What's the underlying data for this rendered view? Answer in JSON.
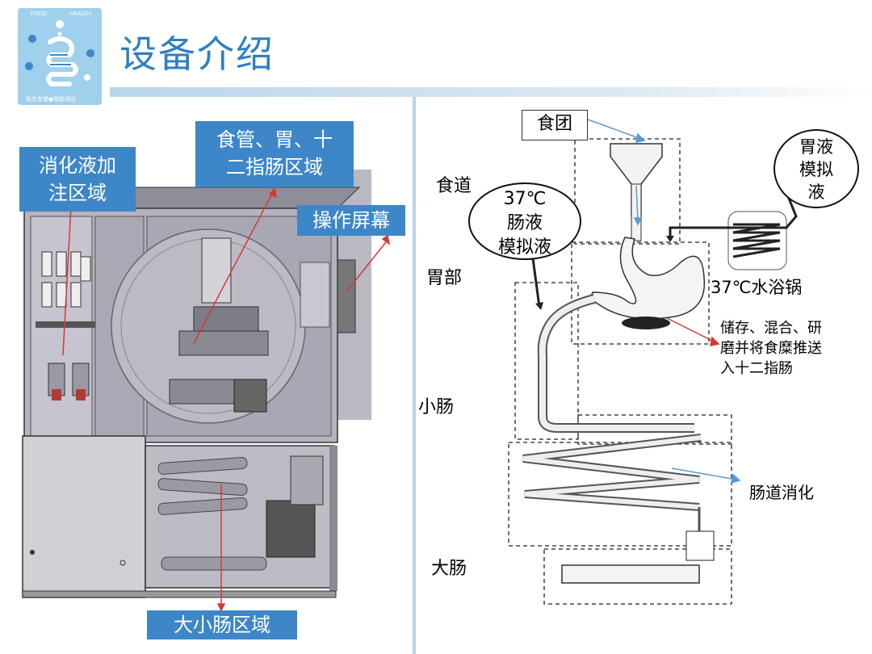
{
  "logo": {
    "top_left": "FOOD",
    "top_right": "HEALTH",
    "bottom": "晓东宜健●智能消化"
  },
  "page_title": "设备介绍",
  "left": {
    "labels": {
      "fluid_area": "消化液加\n注区域",
      "upper_area": "食管、胃、十\n二指肠区域",
      "screen": "操作屏幕",
      "intestine_area": "大小肠区域"
    }
  },
  "right": {
    "food_bolus": "食团",
    "esophagus": "食道",
    "stomach": "胃部",
    "small_intestine": "小肠",
    "large_intestine": "大肠",
    "intestinal_fluid": "37℃\n肠液\n模拟液",
    "gastric_fluid": "胃液\n模拟\n液",
    "water_bath": "37℃水浴锅",
    "stomach_note": "储存、混合、研\n磨并将食糜推送\n入十二指肠",
    "intestinal_digestion": "肠道消化"
  },
  "colors": {
    "title": "#2e7fc3",
    "label_box": "#3d86c8",
    "arrow_red": "#d93636",
    "arrow_blue": "#5b9bd5"
  }
}
